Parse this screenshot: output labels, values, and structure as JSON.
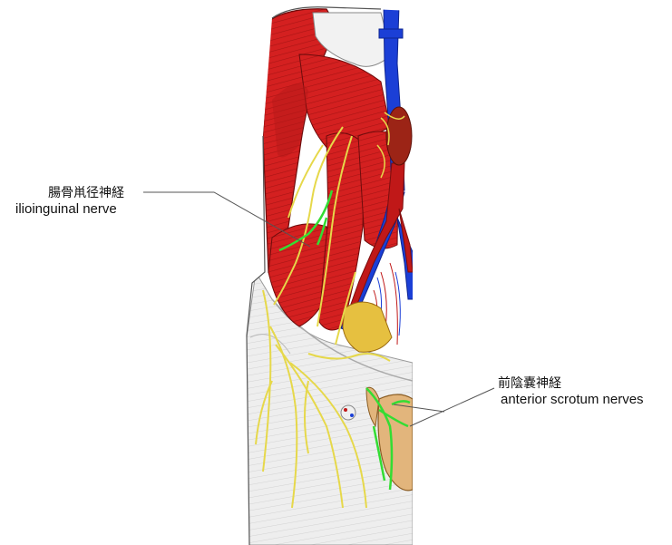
{
  "labels": {
    "ilioinguinal": {
      "jp": "腸骨鼡径神経",
      "en": "ilioinguinal nerve"
    },
    "scrotal": {
      "jp": "前陰嚢神経",
      "en": "anterior scrotum nerves"
    }
  },
  "colors": {
    "muscle": "#d42020",
    "muscle_dark": "#8e1010",
    "fascia": "#ececec",
    "vein": "#1b3fd6",
    "artery": "#c01818",
    "nerve": "#e6d84a",
    "highlight_nerve": "#33dd33",
    "scrotum": "#e2b57c",
    "leader_line": "#555555"
  }
}
